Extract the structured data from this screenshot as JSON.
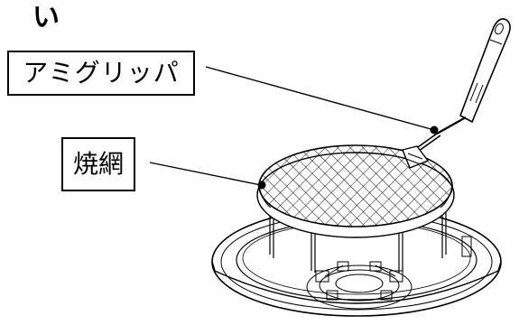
{
  "header_text": "い",
  "labels": {
    "ami_grip": "アミグリッパ",
    "yakiami": "焼網"
  },
  "icons": [
    "grill-net",
    "net-gripper-tool",
    "burner-base"
  ],
  "colors": {
    "line": "#000000",
    "background": "#ffffff"
  }
}
